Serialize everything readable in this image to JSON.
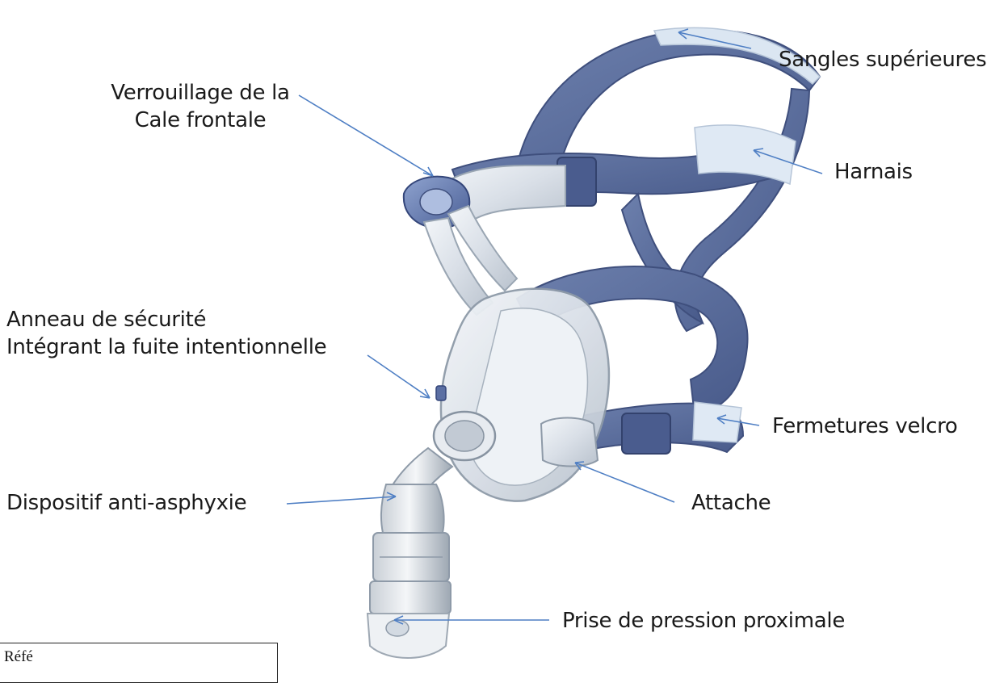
{
  "labels": {
    "sangles": "Sangles supérieures",
    "verrouillage_1": "Verrouillage de la",
    "verrouillage_2": "Cale frontale",
    "harnais": "Harnais",
    "anneau_1": "Anneau de sécurité",
    "anneau_2": "Intégrant la fuite intentionnelle",
    "velcro": "Fermetures velcro",
    "dispositif": "Dispositif anti-asphyxie",
    "attache": "Attache",
    "prise": "Prise de pression proximale"
  },
  "reference_box": {
    "text": "Réfé"
  },
  "colors": {
    "headgear": "#5a6d9c",
    "headgear_dark": "#3f4f7d",
    "headgear_light": "#d7e3f0",
    "leader_line": "#4f7fc4",
    "clear_plastic": "#dde3ea"
  },
  "icons": [
    "cpap-full-face-mask-illustration"
  ]
}
